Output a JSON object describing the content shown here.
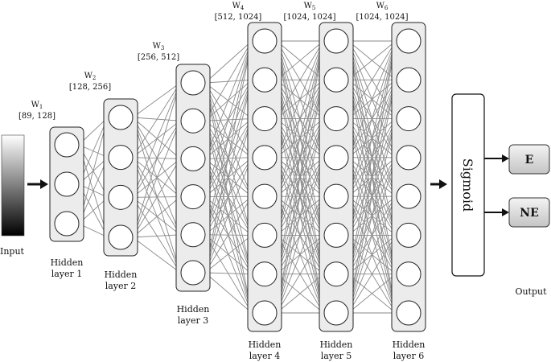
{
  "input_label": "Input",
  "layers": [
    {
      "id": "h1",
      "name_line1": "Hidden",
      "name_line2": "layer 1",
      "weight": "W",
      "weight_sub": "1",
      "shape": "[89, 128]",
      "neurons": 3
    },
    {
      "id": "h2",
      "name_line1": "Hidden",
      "name_line2": "layer 2",
      "weight": "W",
      "weight_sub": "2",
      "shape": "[128, 256]",
      "neurons": 4
    },
    {
      "id": "h3",
      "name_line1": "Hidden",
      "name_line2": "layer 3",
      "weight": "W",
      "weight_sub": "3",
      "shape": "[256, 512]",
      "neurons": 6
    },
    {
      "id": "h4",
      "name_line1": "Hidden",
      "name_line2": "layer 4",
      "weight": "W",
      "weight_sub": "4",
      "shape": "[512, 1024]",
      "neurons": 8
    },
    {
      "id": "h5",
      "name_line1": "Hidden",
      "name_line2": "layer 5",
      "weight": "W",
      "weight_sub": "5",
      "shape": "[1024, 1024]",
      "neurons": 8
    },
    {
      "id": "h6",
      "name_line1": "Hidden",
      "name_line2": "layer 6",
      "weight": "W",
      "weight_sub": "6",
      "shape": "[1024, 1024]",
      "neurons": 8
    }
  ],
  "sigmoid_label": "Sigmoid",
  "outputs": [
    "E",
    "NE"
  ],
  "output_label": "Output",
  "colors": {
    "edge": "#8a8a8a",
    "layer_fill": "#ececec",
    "output_fill_top": "#f4f4f4",
    "output_fill_bottom": "#c9c9c9"
  }
}
